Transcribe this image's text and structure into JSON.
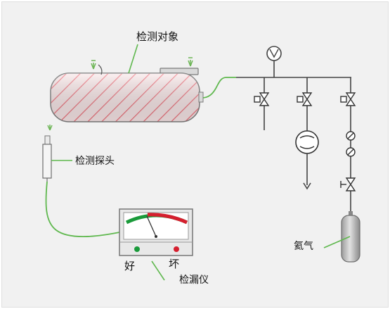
{
  "labels": {
    "target": "检测对象",
    "probe": "检测探头",
    "instrument": "检漏仪",
    "good": "好",
    "bad": "坏",
    "helium": "氦气"
  },
  "instrument": {
    "good_color": "#1a9a3a",
    "bad_color": "#d51f2e"
  },
  "colors": {
    "hatch": "#f2a1a6",
    "tube": "#5fb84e",
    "pipe": "#444444"
  }
}
